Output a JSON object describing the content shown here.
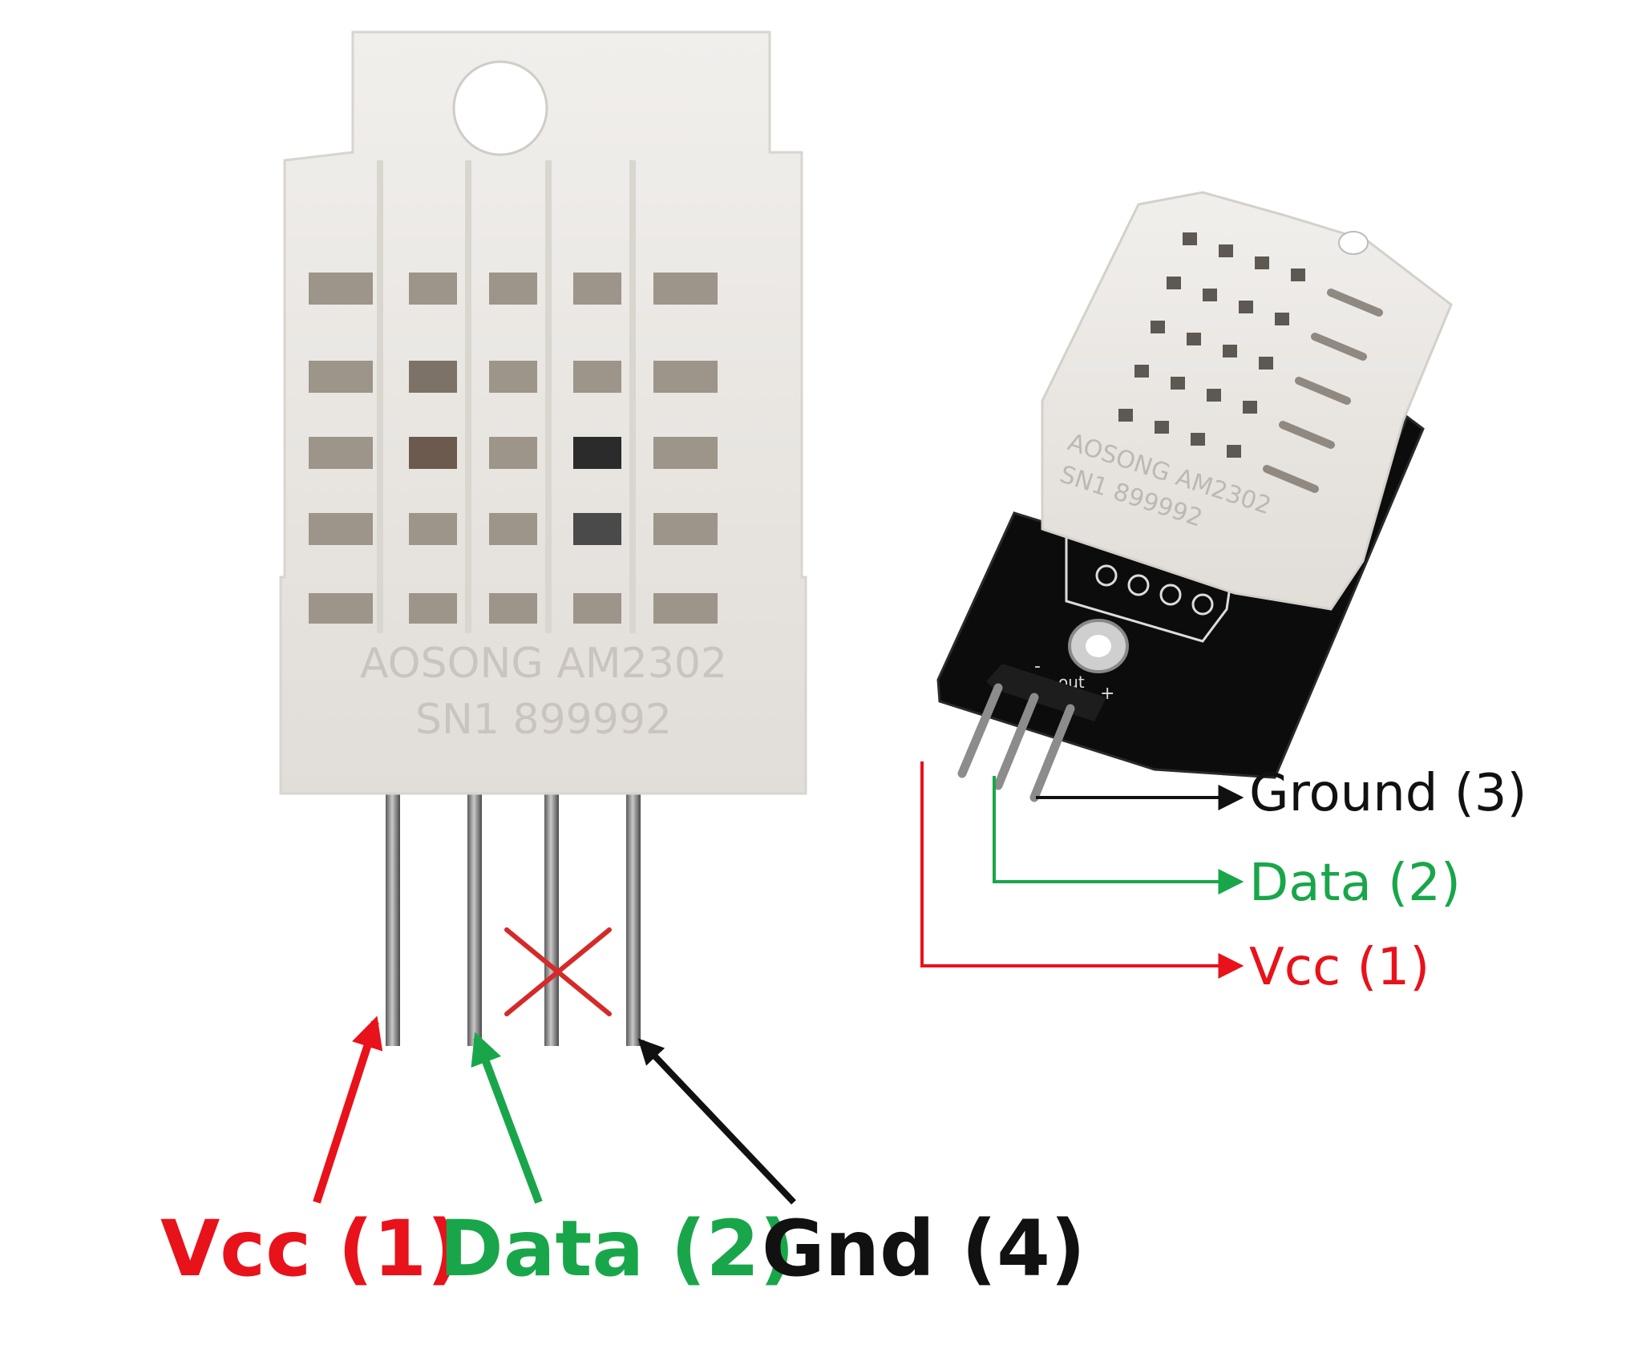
{
  "colors": {
    "vcc": "#e8121b",
    "data": "#19a64a",
    "gnd": "#111111",
    "sensor_body": "#eae7e3",
    "board": "#0c0c0c"
  },
  "left_sensor": {
    "marking_line1": "AOSONG AM2302",
    "marking_line2": "SN1 899992",
    "unused_pin_marker": "x-mark",
    "labels": {
      "vcc": "Vcc (1)",
      "data": "Data (2)",
      "gnd": "Gnd (4)"
    }
  },
  "right_module": {
    "marking_line1": "AOSONG AM2302",
    "marking_line2": "SN1 899992",
    "pin_marks": [
      "-",
      "out",
      "+"
    ],
    "labels": {
      "ground": "Ground (3)",
      "data": "Data (2)",
      "vcc": "Vcc (1)"
    }
  }
}
